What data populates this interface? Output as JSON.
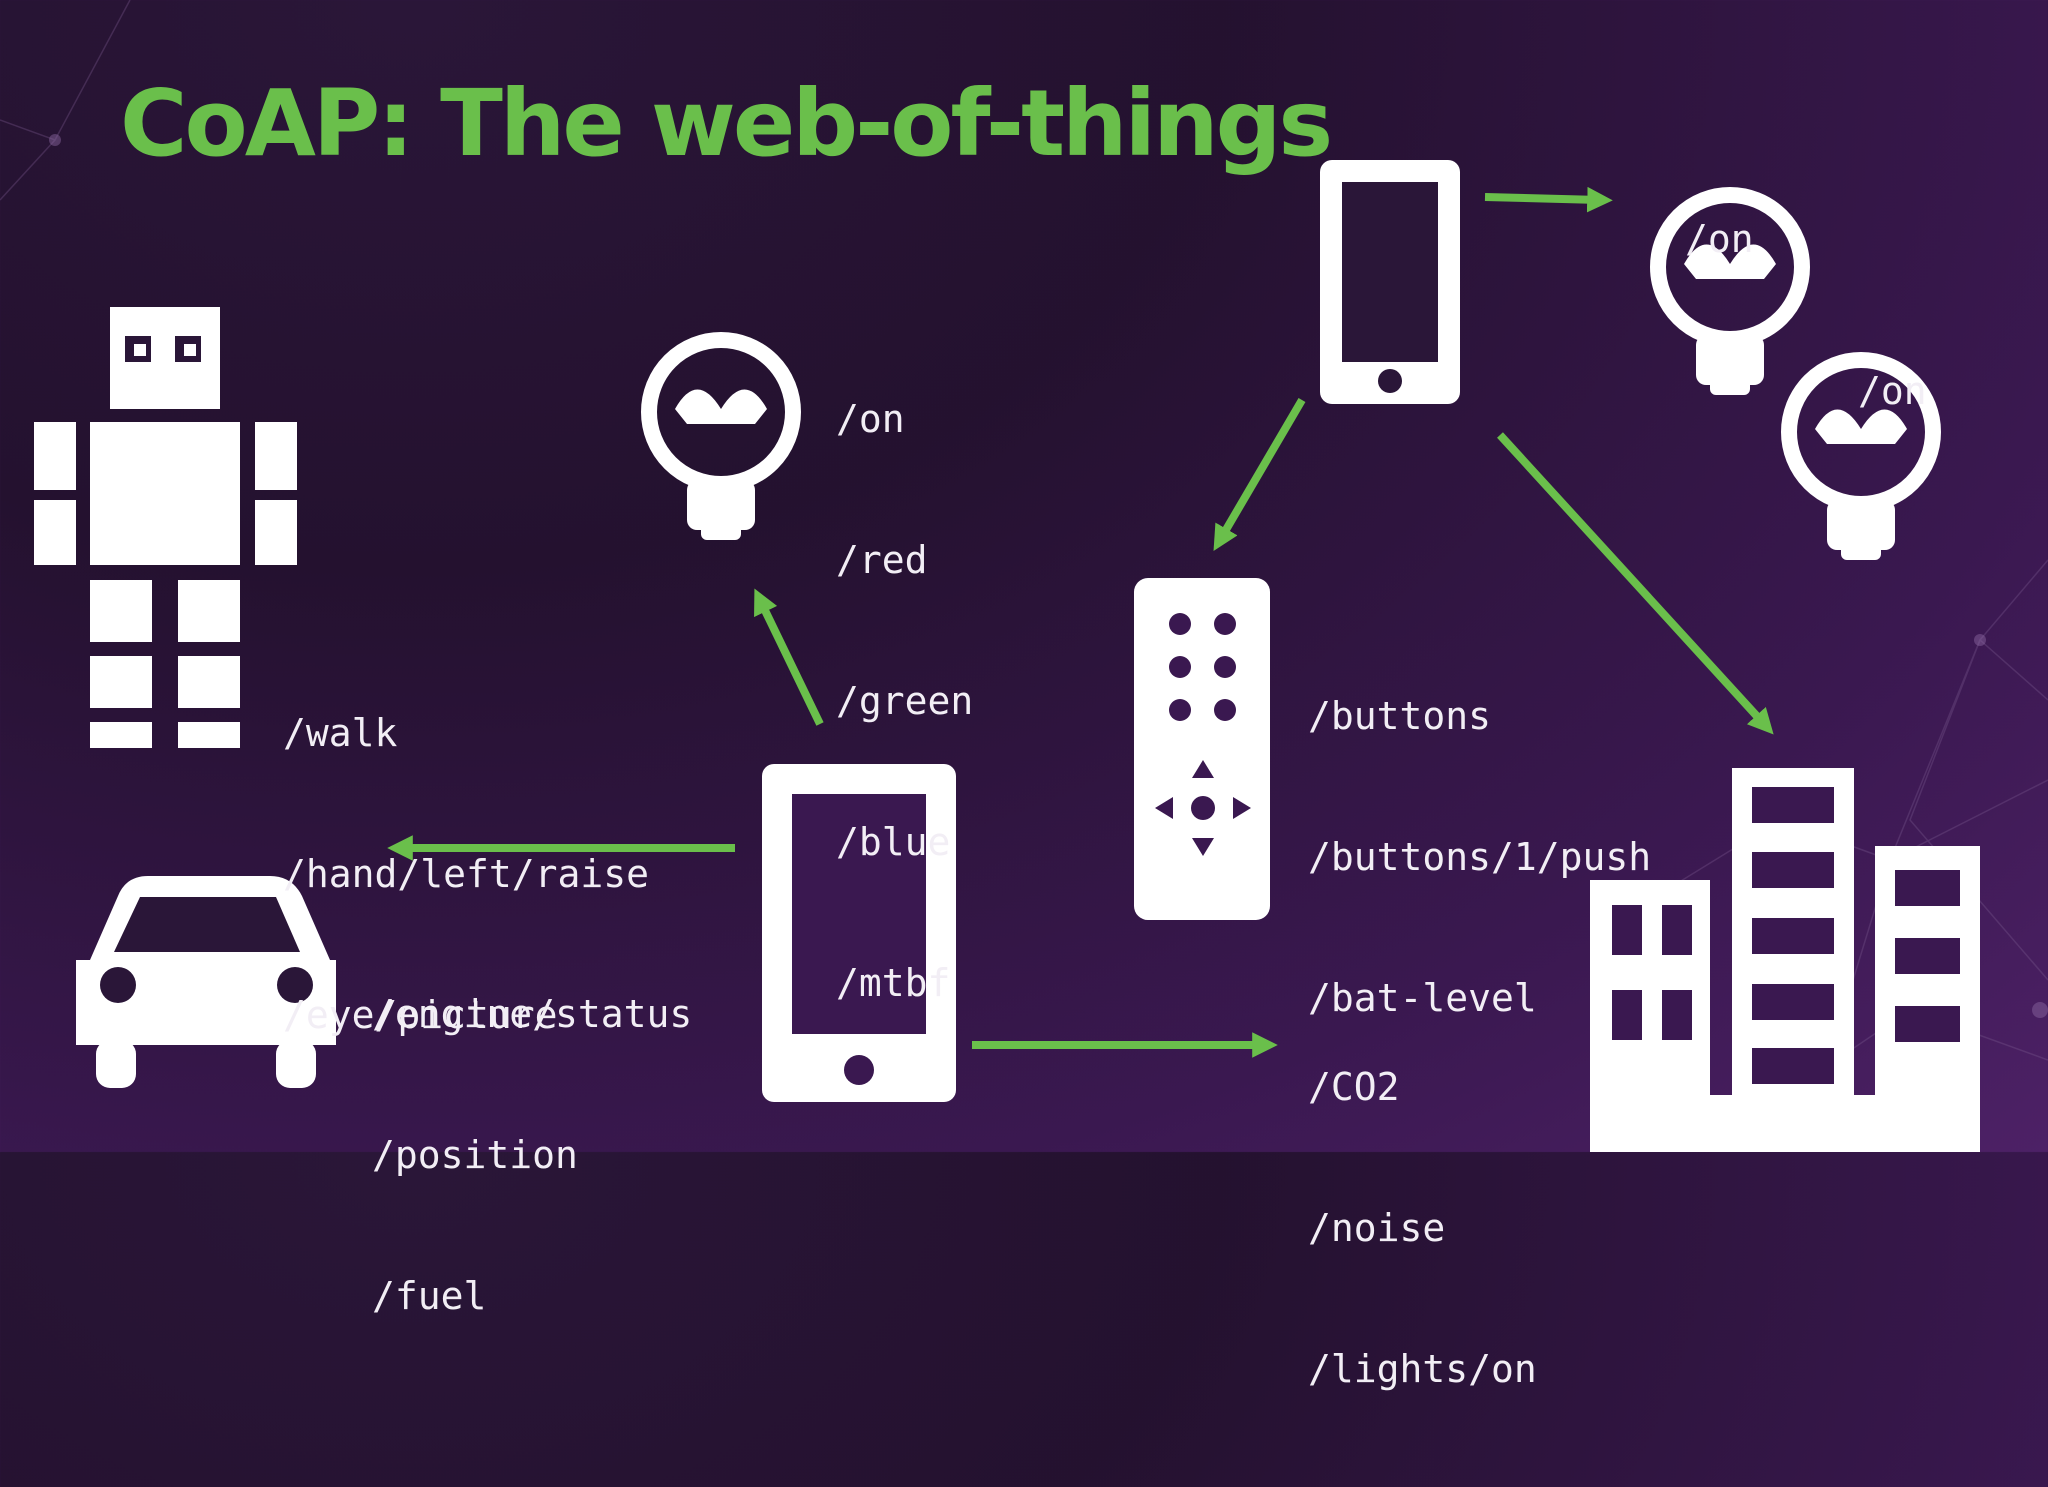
{
  "slide": {
    "title": "CoAP: The web-of-things",
    "colors": {
      "accent": "#6abf4b",
      "icon": "#ffffff",
      "text": "#f2eef5",
      "background_dark": "#24112f",
      "background_light": "#4d2166"
    }
  },
  "devices": {
    "robot": {
      "icon": "robot-icon",
      "resources": [
        "/walk",
        "/hand/left/raise",
        "/eye/picture"
      ]
    },
    "lightbulb_center": {
      "icon": "lightbulb-icon",
      "resources": [
        "/on",
        "/red",
        "/green",
        "/blue",
        "/mtbf"
      ]
    },
    "lightbulb_top": {
      "icon": "lightbulb-icon",
      "resources": [
        "/on"
      ]
    },
    "lightbulb_right": {
      "icon": "lightbulb-icon",
      "resources": [
        "/on"
      ]
    },
    "remote": {
      "icon": "remote-control-icon",
      "resources": [
        "/buttons",
        "/buttons/1/push",
        "/bat-level"
      ]
    },
    "car": {
      "icon": "car-icon",
      "resources": [
        "/engine/status",
        "/position",
        "/fuel"
      ]
    },
    "city": {
      "icon": "city-buildings-icon",
      "resources": [
        "/CO2",
        "/noise",
        "/lights/on"
      ]
    },
    "phone_bottom": {
      "icon": "smartphone-icon"
    },
    "phone_top": {
      "icon": "smartphone-icon"
    }
  }
}
